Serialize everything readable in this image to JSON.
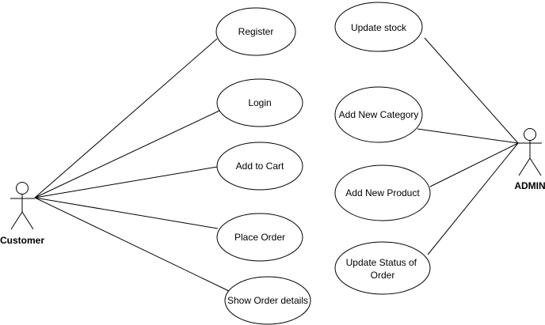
{
  "actors": {
    "customer": {
      "label": "Customer"
    },
    "admin": {
      "label": "ADMIN"
    }
  },
  "use_cases": {
    "register": {
      "lines": [
        "Register"
      ]
    },
    "login": {
      "lines": [
        "Login"
      ]
    },
    "add_to_cart": {
      "lines": [
        "Add to Cart"
      ]
    },
    "place_order": {
      "lines": [
        "Place Order"
      ]
    },
    "show_order_details": {
      "lines": [
        "Show Order details"
      ]
    },
    "update_stock": {
      "lines": [
        "Update stock"
      ]
    },
    "add_new_category": {
      "lines": [
        "Add New Category"
      ]
    },
    "add_new_product": {
      "lines": [
        "Add New Product"
      ]
    },
    "update_status_of_order": {
      "lines": [
        "Update Status of",
        "Order"
      ]
    }
  },
  "associations": [
    {
      "from": "customer",
      "to": "register"
    },
    {
      "from": "customer",
      "to": "login"
    },
    {
      "from": "customer",
      "to": "add_to_cart"
    },
    {
      "from": "customer",
      "to": "place_order"
    },
    {
      "from": "customer",
      "to": "show_order_details"
    },
    {
      "from": "admin",
      "to": "update_stock"
    },
    {
      "from": "admin",
      "to": "add_new_category"
    },
    {
      "from": "admin",
      "to": "add_new_product"
    },
    {
      "from": "admin",
      "to": "update_status_of_order"
    }
  ]
}
